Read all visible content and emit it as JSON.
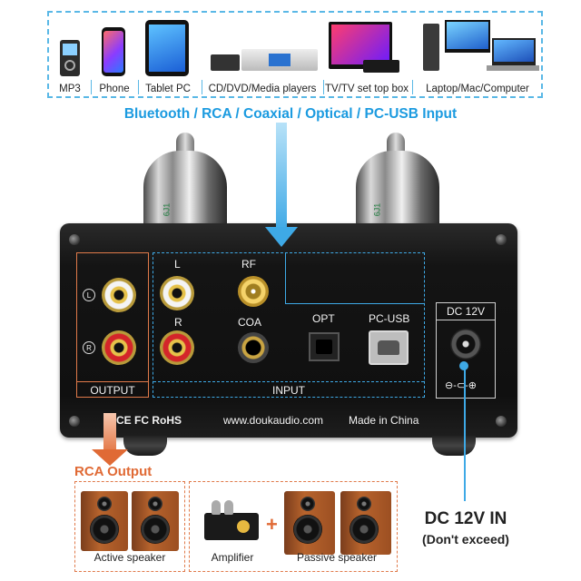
{
  "sources": [
    {
      "label": "MP3",
      "icon": "mp3-player-icon"
    },
    {
      "label": "Phone",
      "icon": "phone-icon"
    },
    {
      "label": "Tablet PC",
      "icon": "tablet-icon"
    },
    {
      "label": "CD/DVD/Media players",
      "icon": "media-player-icon"
    },
    {
      "label": "TV/TV set top box",
      "icon": "tv-icon"
    },
    {
      "label": "Laptop/Mac/Computer",
      "icon": "computer-icon"
    }
  ],
  "input_caption": "Bluetooth / RCA / Coaxial / Optical / PC-USB Input",
  "tube_text": "6J1",
  "panel": {
    "output_label": "OUTPUT",
    "input_label": "INPUT",
    "l": "L",
    "r": "R",
    "rf": "RF",
    "coa": "COA",
    "opt": "OPT",
    "pcusb": "PC-USB",
    "dc": "DC 12V",
    "polarity": "⊖-⊂-⊕",
    "cert": "CE FC RoHS",
    "website": "www.doukaudio.com",
    "made_in": "Made in China"
  },
  "rca_output": "RCA Output",
  "speakers": {
    "active": "Active speaker",
    "amplifier": "Amplifier",
    "plus": "+",
    "passive": "Passive speaker"
  },
  "dc_in": "DC 12V IN",
  "dc_note": "(Don't exceed)",
  "colors": {
    "blue": "#3ea9e6",
    "orange": "#e06a35",
    "chassis": "#141414"
  }
}
